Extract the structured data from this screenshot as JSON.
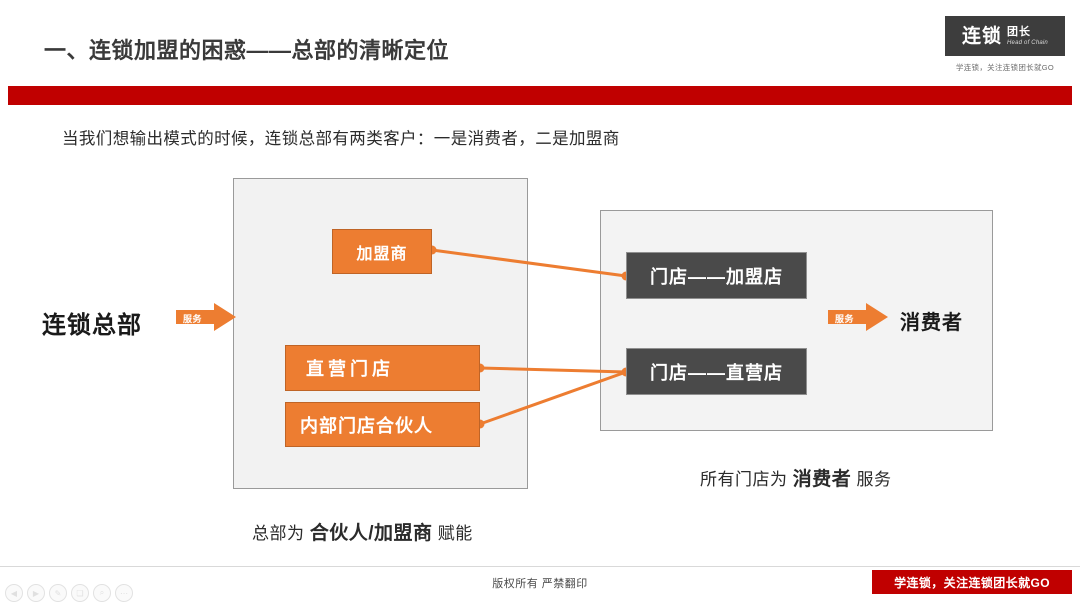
{
  "header": {
    "title": "一、连锁加盟的困惑——总部的清晰定位",
    "accent_color": "#c00000"
  },
  "logo": {
    "main_cn": "连锁",
    "sub_cn": "团长",
    "english": "Head of Chain",
    "tagline": "学连锁，关注连锁团长就GO"
  },
  "intro": {
    "text": "当我们想输出模式的时候，连锁总部有两类客户：一是消费者，二是加盟商"
  },
  "diagram": {
    "hq_label": "连锁总部",
    "consumer_label": "消费者",
    "service_arrow_label_left": "服务",
    "service_arrow_label_right": "服务",
    "orange_color": "#ED7D31",
    "dark_color": "#4a4a4a",
    "hq_boxes": [
      {
        "label": "加盟商"
      },
      {
        "label": "直营门店"
      },
      {
        "label": "内部门店合伙人"
      }
    ],
    "store_boxes": [
      {
        "label": "门店——加盟店"
      },
      {
        "label": "门店——直营店"
      }
    ]
  },
  "captions": {
    "hq_caption_prefix": "总部为 ",
    "hq_caption_strong": "合伙人/加盟商",
    "hq_caption_suffix": " 赋能",
    "stores_caption_prefix": "所有门店为 ",
    "stores_caption_strong": "消费者",
    "stores_caption_suffix": " 服务"
  },
  "footer": {
    "copyright": "版权所有 严禁翻印",
    "badge": "学连锁，关注连锁团长就GO",
    "controls": [
      {
        "icon": "previous-icon",
        "glyph": "◀"
      },
      {
        "icon": "play-icon",
        "glyph": "▶"
      },
      {
        "icon": "pen-icon",
        "glyph": "✎"
      },
      {
        "icon": "copy-icon",
        "glyph": "❏"
      },
      {
        "icon": "search-icon",
        "glyph": "⌕"
      },
      {
        "icon": "more-icon",
        "glyph": "⋯"
      }
    ]
  }
}
